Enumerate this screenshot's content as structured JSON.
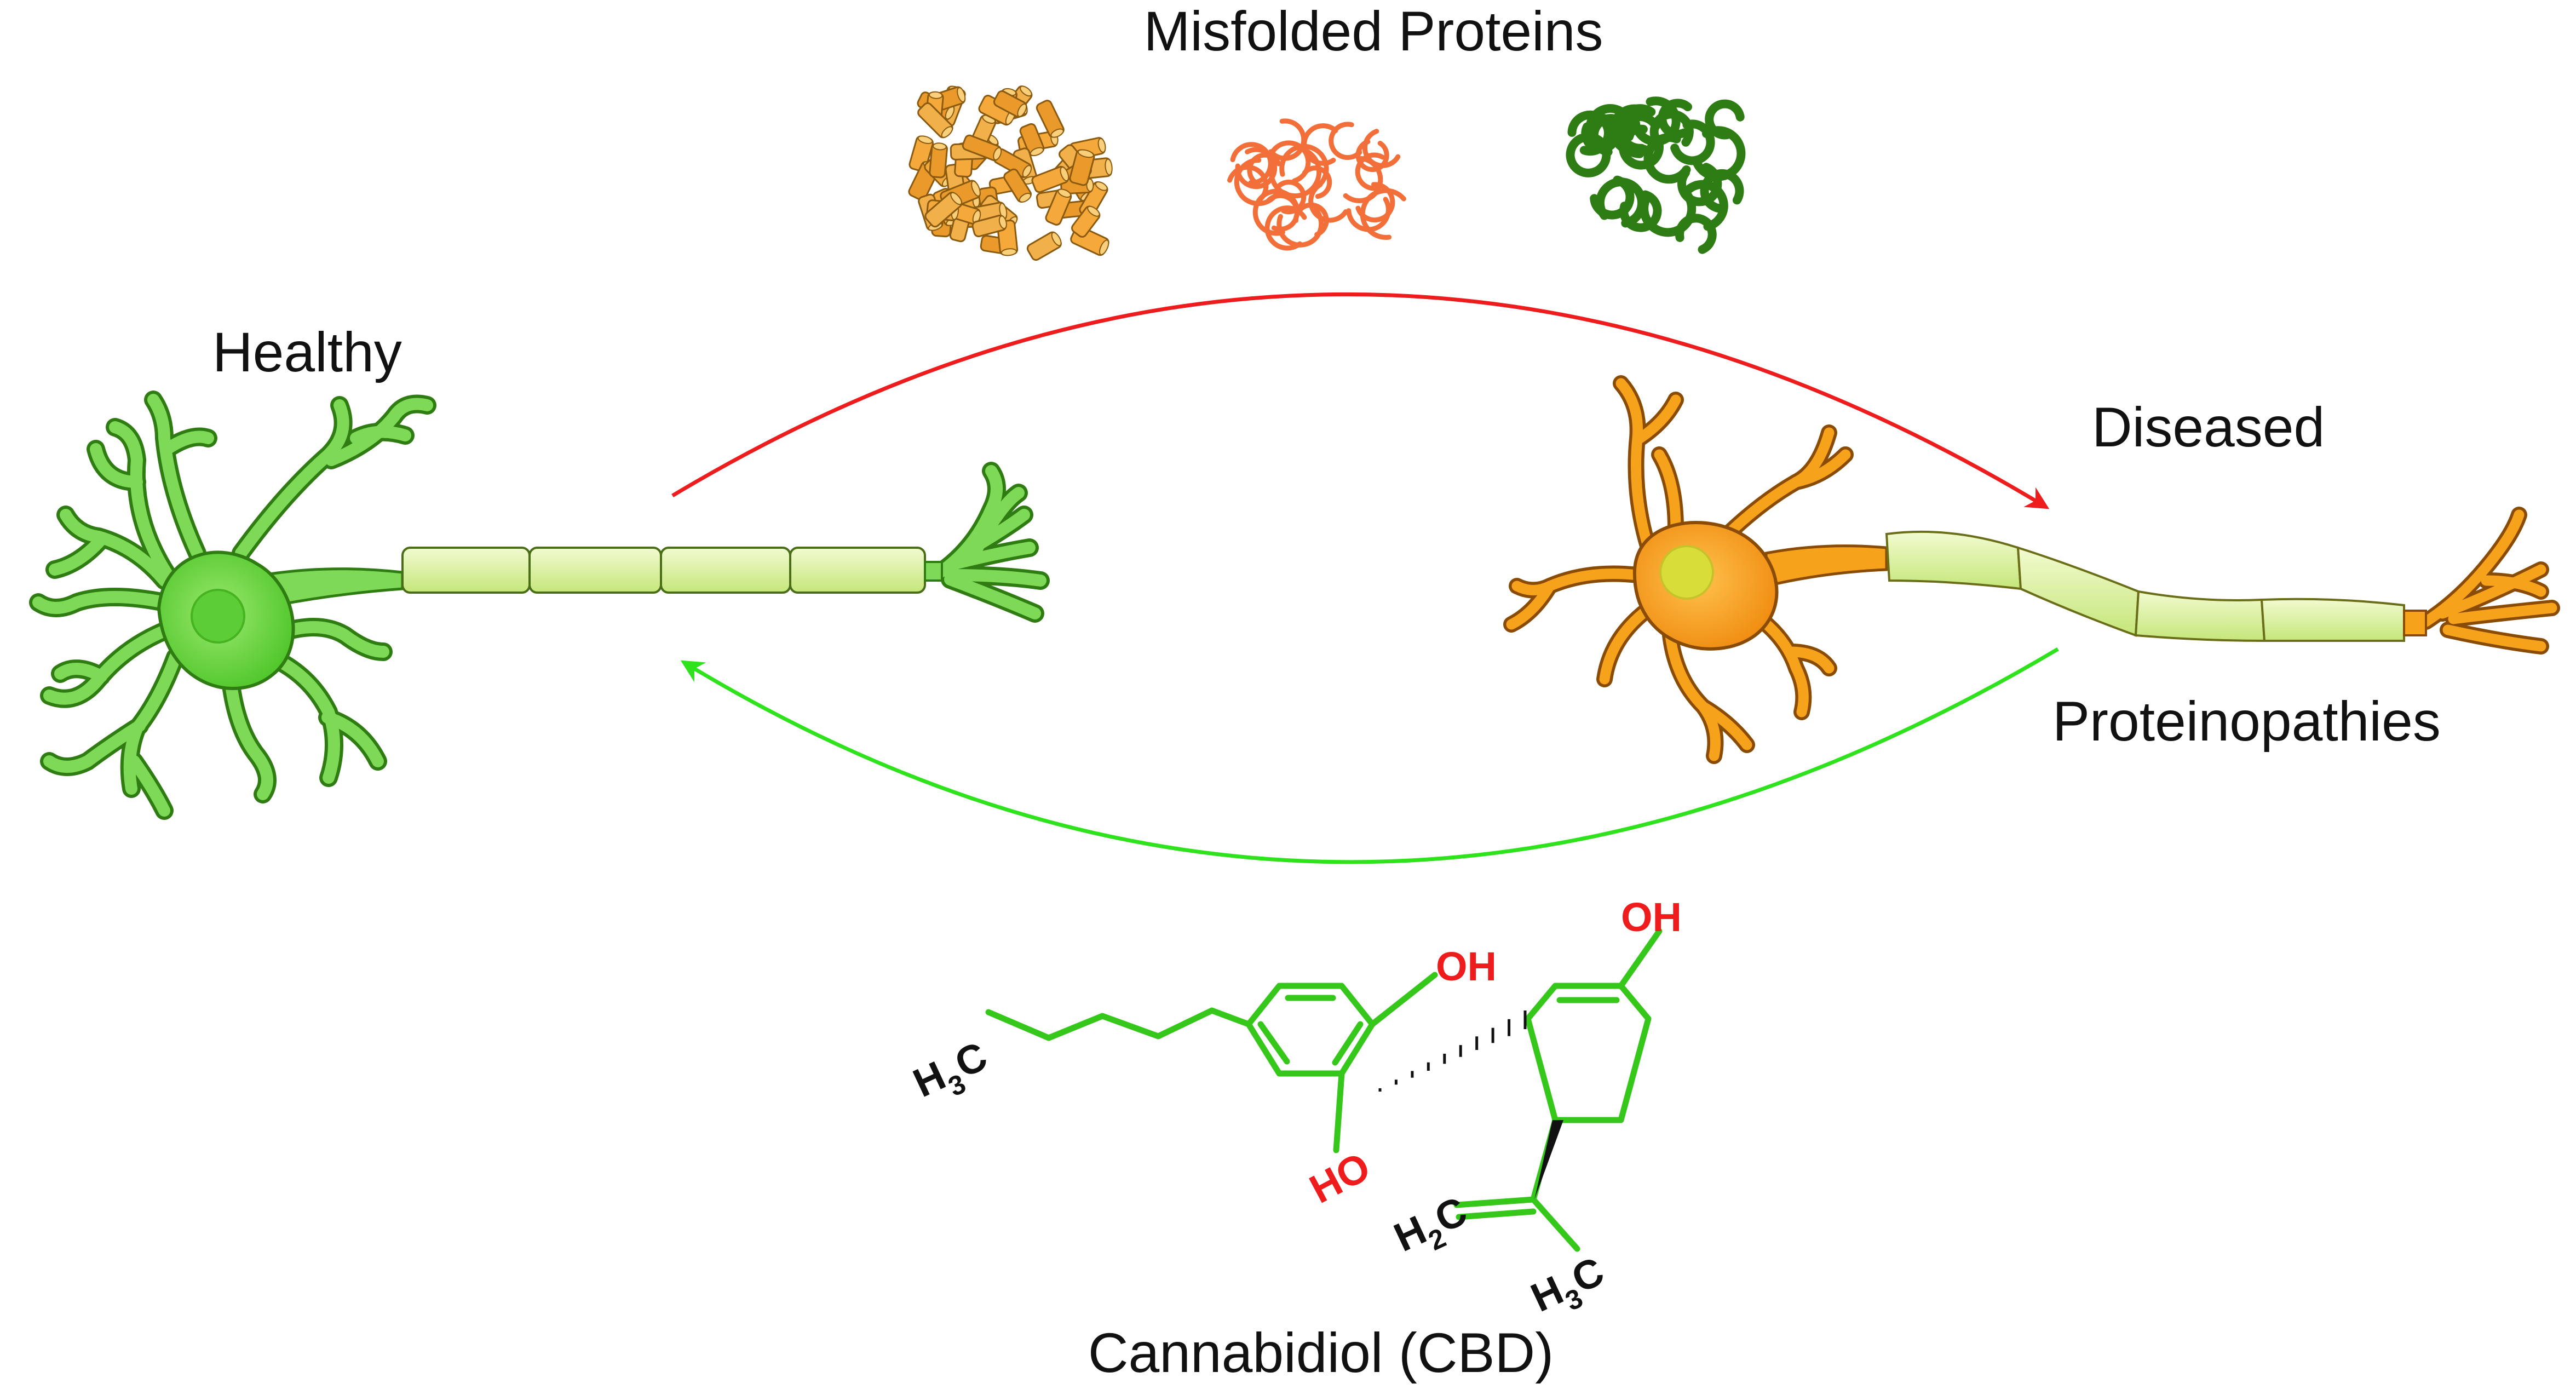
{
  "title": "Misfolded Proteins",
  "labels": {
    "healthy": "Healthy",
    "diseased": "Diseased",
    "proteinopathies": "Proteinopathies",
    "cbd": "Cannabidiol (CBD)"
  },
  "molecule": {
    "oh": "OH",
    "ho": "HO",
    "h": "H",
    "c": "C",
    "sub3": "3",
    "sub2": "2"
  },
  "colors": {
    "healthy_neuron": "#7ed957",
    "diseased_neuron": "#f7a21b",
    "axon_sheath": "#dcf29a",
    "amyloid_fibril": "#f4a93a",
    "oligomer_coil": "#f26f3a",
    "aggregate_coil": "#2e7d14",
    "disease_arrow": "#ee1c1c",
    "recovery_arrow": "#2ee31c",
    "cbd_bonds": "#35c81a",
    "hydroxyl": "#ee1c1c"
  },
  "icons": [
    "healthy-neuron-icon",
    "diseased-neuron-icon",
    "amyloid-fibril-cluster-icon",
    "oligomer-coil-icon",
    "aggregate-coil-icon",
    "cbd-structure-icon"
  ]
}
